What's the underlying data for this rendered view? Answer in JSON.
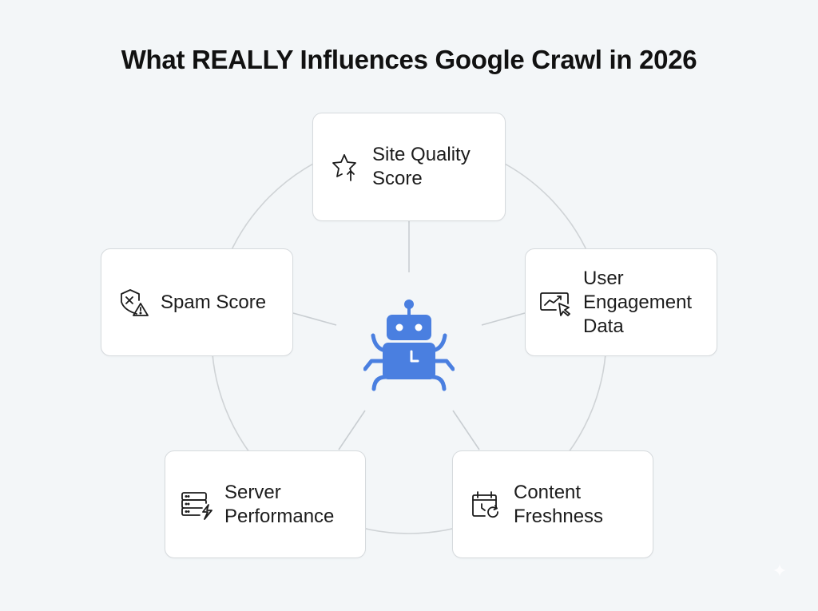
{
  "title": "What REALLY Influences Google Crawl in 2026",
  "colors": {
    "background": "#f3f6f8",
    "card_background": "#ffffff",
    "card_border": "#d6dadd",
    "connector": "#c9ced2",
    "accent_bot": "#4a7fe0",
    "text": "#1c1c1c"
  },
  "center": {
    "icon": "crawler-robot-spider-icon"
  },
  "factors": [
    {
      "id": "site-quality",
      "label": "Site Quality\nScore",
      "icon": "star-arrow-up-icon"
    },
    {
      "id": "spam-score",
      "label": "Spam Score",
      "icon": "shield-x-warning-icon"
    },
    {
      "id": "user-engagement",
      "label": "User\nEngagement\nData",
      "icon": "chart-cursor-icon"
    },
    {
      "id": "server-performance",
      "label": "Server\nPerformance",
      "icon": "server-lightning-icon"
    },
    {
      "id": "content-freshness",
      "label": "Content\nFreshness",
      "icon": "calendar-refresh-icon"
    }
  ]
}
